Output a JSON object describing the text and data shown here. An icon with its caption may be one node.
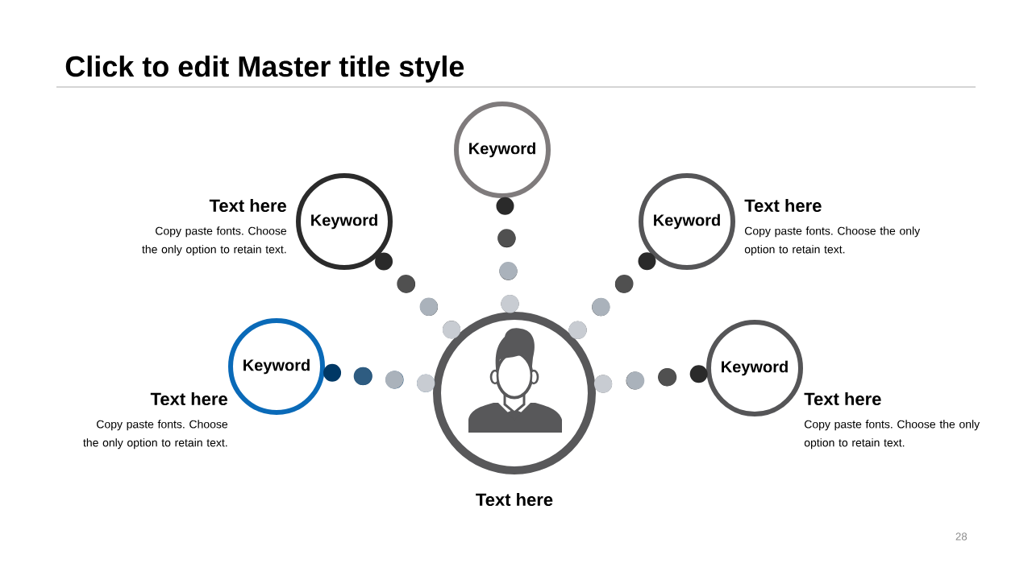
{
  "diagram": {
    "title": "Click to edit Master title style",
    "nodes": [
      {
        "text": [
          "Keyword"
        ]
      },
      {
        "text": [
          "Keyword"
        ],
        "beside": [
          "Text here",
          "Copy paste fonts. Choose the only option to retain text."
        ]
      },
      {
        "text": [
          "Keyword"
        ],
        "beside": [
          "Text here",
          "Copy paste fonts. Choose the only option to retain text."
        ]
      },
      {
        "text": [
          "Keyword"
        ],
        "beside": [
          "Text here",
          "Copy paste fonts. Choose the only option to retain text."
        ]
      },
      {
        "text": [],
        "shape": "circle",
        "beside": [
          "Text here"
        ]
      },
      {
        "text": [
          "Keyword"
        ],
        "beside": [
          "Text here",
          "Copy paste fonts. Choose the only option to retain text."
        ]
      }
    ],
    "edges": [
      {
        "from": 4,
        "to": 0,
        "arrow": "other"
      },
      {
        "from": 4,
        "to": 1,
        "arrow": "other"
      },
      {
        "from": 4,
        "to": 2,
        "arrow": "other"
      },
      {
        "from": 4,
        "to": 3,
        "arrow": "other",
        "color": "#003865"
      },
      {
        "from": 4,
        "to": 5,
        "arrow": "other"
      }
    ],
    "labels": [
      "28"
    ]
  }
}
